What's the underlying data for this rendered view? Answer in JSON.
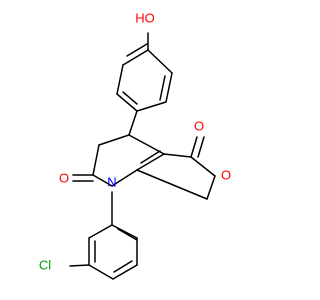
{
  "molecule": {
    "atom_labels": {
      "hydroxyl": "HO",
      "ketone_oxygen": "O",
      "ring_oxygen": "O",
      "lactam_oxygen": "O",
      "nitrogen": "N",
      "chlorine": "Cl"
    },
    "colors": {
      "bond": "#000000",
      "oxygen": "#ff0000",
      "nitrogen": "#0000ff",
      "chlorine": "#00a000"
    }
  }
}
